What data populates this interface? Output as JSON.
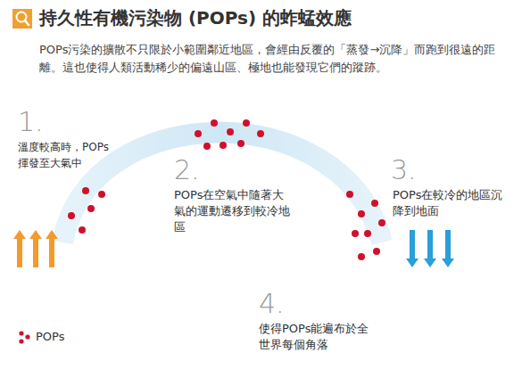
{
  "diagram": {
    "title": "持久性有機污染物 (POPs) 的蚱蜢效應",
    "labels": [
      "POPs污染的擴散不只限於小範圍鄰近地區，會經由反覆的「蒸發→沉降」而跑到很遠的距離。這也使得人類活動稀少的偏遠山區、極地也能發現它們的蹤跡。",
      "1.",
      "溫度較高時，POPs揮發至大氣中",
      "2.",
      "POPs在空氣中隨著大氣的運動遷移到較冷地區",
      "3.",
      "POPs在較冷的地區沉降到地面",
      "4.",
      "使得POPs能遍布於全世界每個角落"
    ],
    "legend": [
      {
        "text": "POPs"
      }
    ]
  }
}
